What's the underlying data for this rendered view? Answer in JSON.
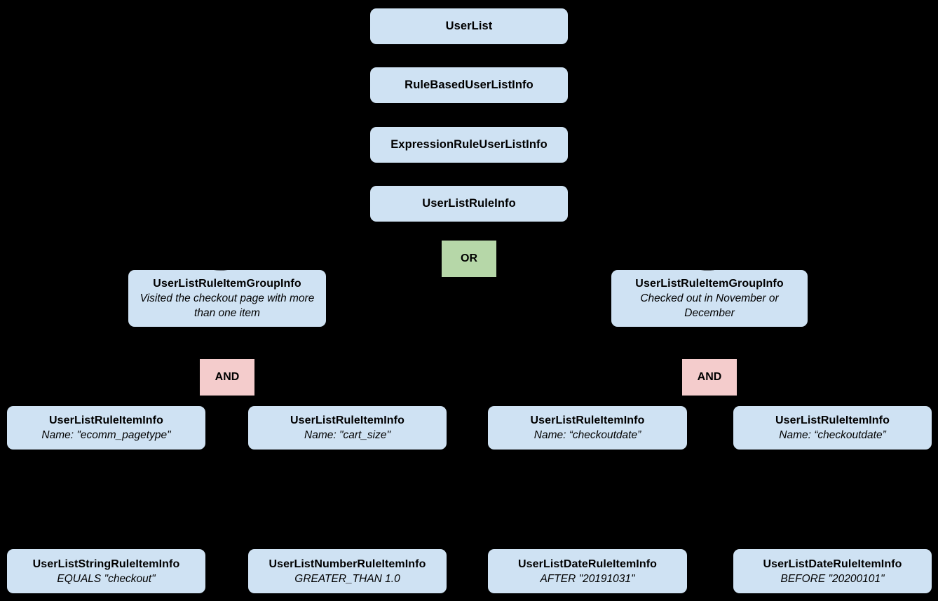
{
  "page": {
    "background": "#000000"
  },
  "palette": {
    "node_fill": "#cfe2f3",
    "or_fill": "#b6d7a8",
    "and_fill": "#f4cccc",
    "text": "#000000"
  },
  "diagram": {
    "chain": [
      {
        "label": "UserList"
      },
      {
        "label": "RuleBasedUserListInfo"
      },
      {
        "label": "ExpressionRuleUserListInfo"
      },
      {
        "label": "UserListRuleInfo"
      }
    ],
    "or_operator": {
      "label": "OR"
    },
    "groups": [
      {
        "title": "UserListRuleItemGroupInfo",
        "description": "Visited the checkout page with more than one item",
        "operator": "AND"
      },
      {
        "title": "UserListRuleItemGroupInfo",
        "description": "Checked out in November or December",
        "operator": "AND"
      }
    ],
    "rule_items": [
      {
        "title": "UserListRuleItemInfo",
        "subtitle": "Name: \"ecomm_pagetype\""
      },
      {
        "title": "UserListRuleItemInfo",
        "subtitle": "Name: \"cart_size\""
      },
      {
        "title": "UserListRuleItemInfo",
        "subtitle": "Name: “checkoutdate”"
      },
      {
        "title": "UserListRuleItemInfo",
        "subtitle": "Name: “checkoutdate”"
      }
    ],
    "leaf_items": [
      {
        "title": "UserListStringRuleItemInfo",
        "subtitle": "EQUALS \"checkout\""
      },
      {
        "title": "UserListNumberRuleItemInfo",
        "subtitle": "GREATER_THAN 1.0"
      },
      {
        "title": "UserListDateRuleItemInfo",
        "subtitle": "AFTER \"20191031\""
      },
      {
        "title": "UserListDateRuleItemInfo",
        "subtitle": "BEFORE \"20200101\""
      }
    ]
  }
}
